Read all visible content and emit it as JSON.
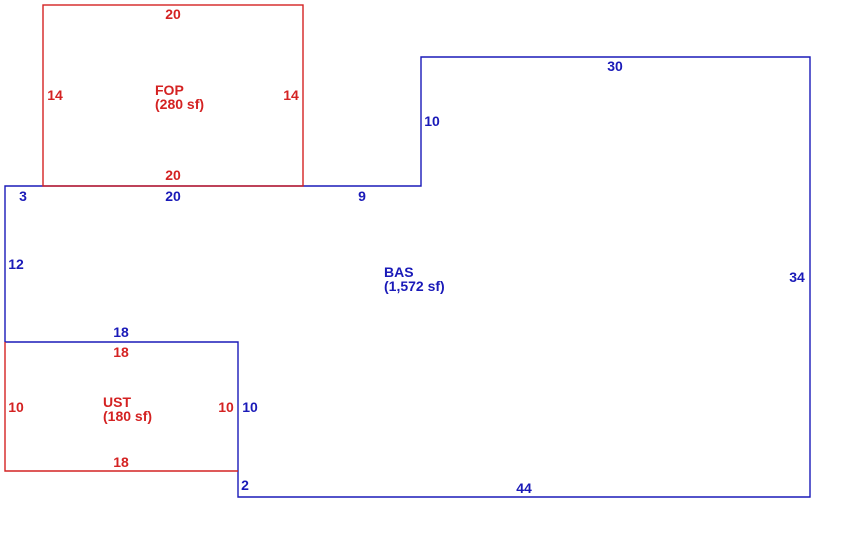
{
  "colors": {
    "main": "#1a1ab8",
    "addition": "#d42222"
  },
  "areas": {
    "bas": {
      "code": "BAS",
      "area": "(1,572 sf)"
    },
    "fop": {
      "code": "FOP",
      "area": "(280 sf)"
    },
    "ust": {
      "code": "UST",
      "area": "(180 sf)"
    }
  },
  "dimensions": {
    "bas": {
      "left_short": "3",
      "top_mid": "20",
      "top_right": "9",
      "step_up": "10",
      "top_wing": "30",
      "right": "34",
      "bottom": "44",
      "bottom_step": "2",
      "inner_step": "10",
      "inner_top": "18",
      "left": "12"
    },
    "fop": {
      "top": "20",
      "bottom": "20",
      "left": "14",
      "right": "14"
    },
    "ust": {
      "top": "18",
      "bottom": "18",
      "left": "10",
      "right": "10"
    }
  }
}
